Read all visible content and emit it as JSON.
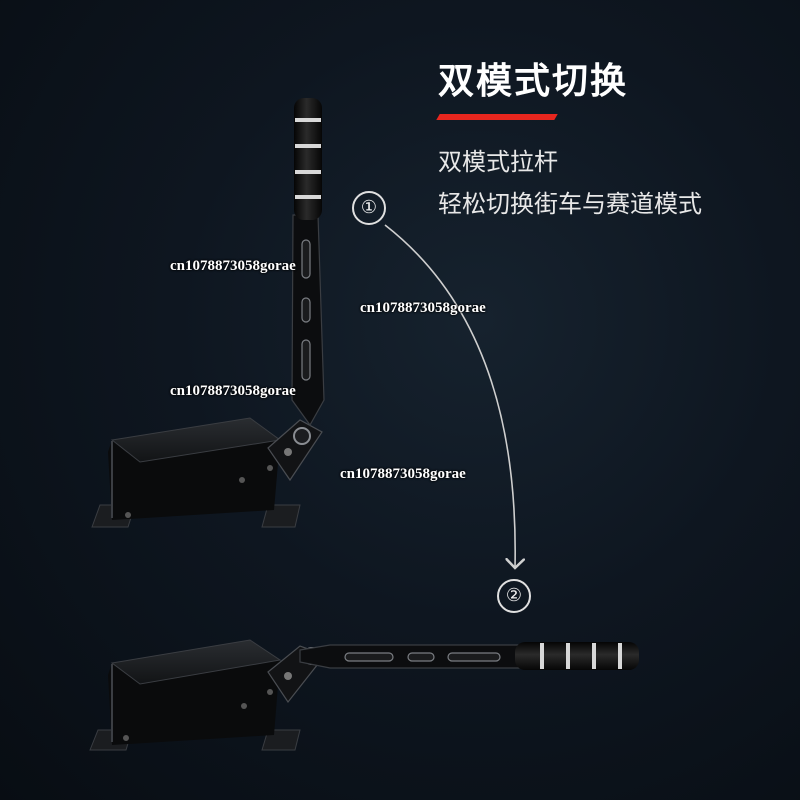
{
  "headline": "双模式切换",
  "subtitle_lines": [
    "双模式拉杆",
    "轻松切换街车与赛道模式"
  ],
  "steps": [
    "①",
    "②"
  ],
  "watermarks": [
    "cn1078873058gorae",
    "cn1078873058gorae",
    "cn1078873058gorae",
    "cn1078873058gorae"
  ],
  "colors": {
    "accent": "#e8261e",
    "background": "#0e1620",
    "handle_stripe": "#d8d8d8"
  },
  "images": {
    "vertical_mode": "handbrake-vertical-position",
    "horizontal_mode": "handbrake-horizontal-position",
    "transition_arrow": "curved-arrow"
  }
}
